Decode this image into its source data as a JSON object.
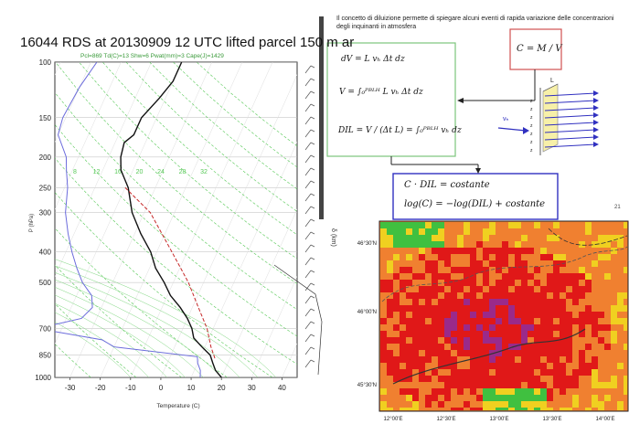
{
  "sounding": {
    "title": "16044 RDS at 20130909 12 UTC   lifted parcel 150 m ar",
    "subtitle": "Pcl=869 Td(C)=13 Shw=6 Pwat(mm)=3 Cape(J)=1429",
    "ylabel": "P (hPa)",
    "xlabel": "Temperature (C)",
    "pressure_ticks": [
      "100",
      "150",
      "200",
      "250",
      "300",
      "400",
      "500",
      "700",
      "850",
      "1000"
    ],
    "temp_ticks": [
      "-30",
      "-20",
      "-10",
      "0",
      "10",
      "20",
      "30",
      "40"
    ],
    "mixing_ratio_labels": [
      "8",
      "12",
      "16",
      "20",
      "24",
      "28",
      "32"
    ],
    "colors": {
      "temperature": "#111111",
      "dewpoint": "#6b6bdc",
      "parcel": "#c62828",
      "dry_adiabat": "#55c855",
      "moist_adiabat": "#7ed67e",
      "wind_barbs": "#555555"
    }
  },
  "chart_data": {
    "type": "line",
    "title": "16044 RDS at 20130909 12 UTC   lifted parcel 150 m ar",
    "xlabel": "Temperature (C)",
    "ylabel": "P (hPa)",
    "xlim": [
      -35,
      45
    ],
    "ylim": [
      1000,
      100
    ],
    "y_scale": "log",
    "grid": true,
    "series": [
      {
        "role": "temperature",
        "points": [
          [
            20,
            1000
          ],
          [
            17,
            950
          ],
          [
            15,
            900
          ],
          [
            13,
            850
          ],
          [
            9,
            800
          ],
          [
            5,
            750
          ],
          [
            3,
            700
          ],
          [
            0,
            650
          ],
          [
            -4,
            600
          ],
          [
            -9,
            550
          ],
          [
            -13,
            500
          ],
          [
            -18,
            450
          ],
          [
            -22,
            400
          ],
          [
            -28,
            350
          ],
          [
            -34,
            300
          ],
          [
            -39,
            250
          ],
          [
            -44,
            220
          ],
          [
            -46,
            200
          ],
          [
            -47,
            180
          ],
          [
            -45,
            170
          ],
          [
            -45,
            150
          ],
          [
            -42,
            130
          ],
          [
            -40,
            115
          ],
          [
            -40,
            100
          ]
        ]
      },
      {
        "role": "dewpoint",
        "points": [
          [
            13,
            1000
          ],
          [
            12,
            950
          ],
          [
            10,
            900
          ],
          [
            9,
            860
          ],
          [
            -20,
            800
          ],
          [
            -25,
            760
          ],
          [
            -48,
            700
          ],
          [
            -35,
            650
          ],
          [
            -33,
            600
          ],
          [
            -35,
            550
          ],
          [
            -40,
            500
          ],
          [
            -44,
            450
          ],
          [
            -48,
            400
          ],
          [
            -52,
            350
          ],
          [
            -56,
            300
          ],
          [
            -59,
            250
          ],
          [
            -62,
            220
          ],
          [
            -64,
            200
          ],
          [
            -70,
            170
          ],
          [
            -71,
            150
          ],
          [
            -70,
            120
          ],
          [
            -68,
            100
          ]
        ]
      },
      {
        "role": "parcel",
        "points": [
          [
            15,
            870
          ],
          [
            12,
            800
          ],
          [
            8,
            700
          ],
          [
            2,
            600
          ],
          [
            -5,
            500
          ],
          [
            -15,
            400
          ],
          [
            -28,
            300
          ],
          [
            -40,
            250
          ]
        ]
      }
    ]
  },
  "slide": {
    "caption": "Il concetto di diluizione permette di spiegare alcuni eventi di rapida variazione delle concentrazioni degli inquinanti in atmosfera",
    "formula_cmv": "C = M / V",
    "formula_dv": "dV = L vₕ Δt dz",
    "formula_v": "V = ∫₀ᴾᴮᴸᴴ L vₕ Δt dz",
    "formula_dil": "DIL = V / (Δt L) = ∫₀ᴾᴮᴸᴴ vₕ dz",
    "formula_const1": "C · DIL = costante",
    "formula_const2": "log(C) = −log(DIL) + costante",
    "diagram_labels": {
      "L": "L",
      "vh": "vₕ",
      "z": "z"
    },
    "slide_number": "21",
    "colors": {
      "box_green": "#7cc47c",
      "box_red": "#d05050",
      "box_blue": "#3030c0"
    }
  },
  "map": {
    "ylabel": "δ (km)",
    "lat_ticks": [
      "46°30'N",
      "46°00'N",
      "45°30'N"
    ],
    "lon_ticks": [
      "12°00'E",
      "12°30'E",
      "13°00'E",
      "13°30'E",
      "14°00'E"
    ],
    "colors": {
      "red": "#e01818",
      "orange": "#f08030",
      "yellow": "#f0d020",
      "green": "#40c040",
      "purple": "#9a2a8a"
    }
  }
}
